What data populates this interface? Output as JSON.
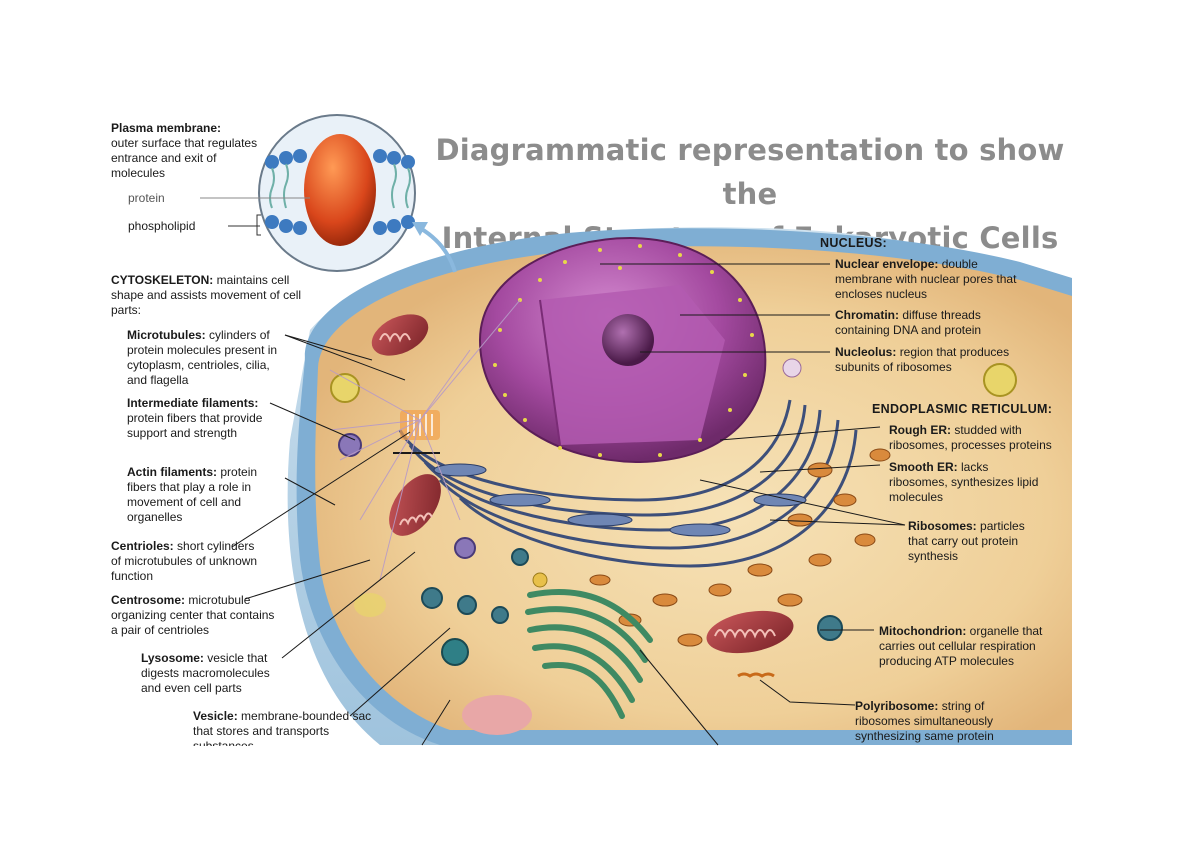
{
  "title": {
    "line1": "Diagrammatic representation to show the",
    "line2": "Internal Structure of Eukaryotic Cells"
  },
  "left": {
    "plasma_membrane": {
      "term": "Plasma membrane:",
      "desc": "outer surface that regulates entrance and exit of molecules",
      "protein": "protein",
      "phospholipid": "phospholipid"
    },
    "cytoskeleton": {
      "term": "CYTOSKELETON:",
      "desc": "maintains cell shape and assists movement of cell parts:"
    },
    "microtubules": {
      "term": "Microtubules:",
      "desc": "cylinders of protein molecules present in cytoplasm, centrioles, cilia, and flagella"
    },
    "intermediate": {
      "term": "Intermediate filaments:",
      "desc": "protein fibers that provide support and strength"
    },
    "actin": {
      "term": "Actin filaments:",
      "desc": "protein fibers that play a role in movement of cell and organelles"
    },
    "centrioles": {
      "term": "Centrioles:",
      "desc": "short cylinders of microtubules of unknown function"
    },
    "centrosome": {
      "term": "Centrosome:",
      "desc": "microtubule organizing center that contains a pair of centrioles"
    },
    "lysosome": {
      "term": "Lysosome:",
      "desc": "vesicle that digests macromolecules and even cell parts"
    },
    "vesicle": {
      "term": "Vesicle:",
      "desc": "membrane-bounded sac that stores and transports substances"
    }
  },
  "right": {
    "nucleus_heading": "NUCLEUS:",
    "nuclear_envelope": {
      "term": "Nuclear envelope:",
      "desc": "double membrane with nuclear pores that encloses nucleus"
    },
    "chromatin": {
      "term": "Chromatin:",
      "desc": "diffuse threads containing DNA and protein"
    },
    "nucleolus": {
      "term": "Nucleolus:",
      "desc": "region that produces subunits of ribosomes"
    },
    "er_heading": "ENDOPLASMIC RETICULUM:",
    "rough_er": {
      "term": "Rough ER:",
      "desc": "studded with ribosomes, processes proteins"
    },
    "smooth_er": {
      "term": "Smooth ER:",
      "desc": "lacks ribosomes, synthesizes lipid molecules"
    },
    "ribosomes": {
      "term": "Ribosomes:",
      "desc": "particles that carry out protein synthesis"
    },
    "mitochondrion": {
      "term": "Mitochondrion:",
      "desc": "organelle that carries out cellular respiration producing ATP molecules"
    },
    "polyribosome": {
      "term": "Polyribosome:",
      "desc": "string of ribosomes simultaneously synthesizing same protein"
    }
  },
  "colors": {
    "title": "#8c8c8c",
    "cytoplasm": "#f3d9a6",
    "membrane": "#6f9fc8",
    "nucleus": "#a0449a",
    "mitochondria": "#a8343a",
    "golgi": "#3f8a63"
  }
}
